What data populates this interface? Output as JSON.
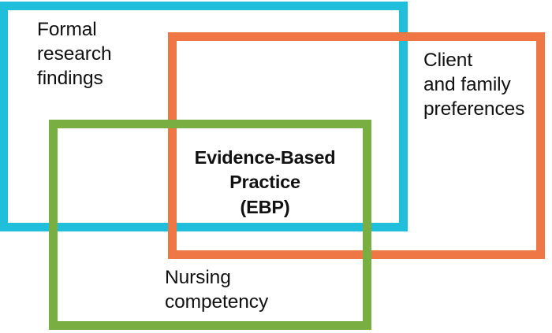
{
  "diagram": {
    "title": "Evidence-Based Practice Venn Diagram",
    "type": "three-rectangle-venn",
    "background_color": "#FFFFFF",
    "text_color": "#111111",
    "regions": [
      {
        "id": "research",
        "label": "Formal\nresearch\nfindings",
        "color": "#1FBFDB",
        "color_name": "cyan",
        "emphasis": "regular"
      },
      {
        "id": "client",
        "label": "Client\nand family\npreferences",
        "color": "#EF7745",
        "color_name": "orange",
        "emphasis": "regular"
      },
      {
        "id": "nursing",
        "label": "Nursing\ncompetency",
        "color": "#78AE42",
        "color_name": "green",
        "emphasis": "regular"
      }
    ],
    "intersection": {
      "id": "ebp",
      "label": "Evidence-Based\nPractice\n(EBP)",
      "emphasis": "bold"
    }
  }
}
